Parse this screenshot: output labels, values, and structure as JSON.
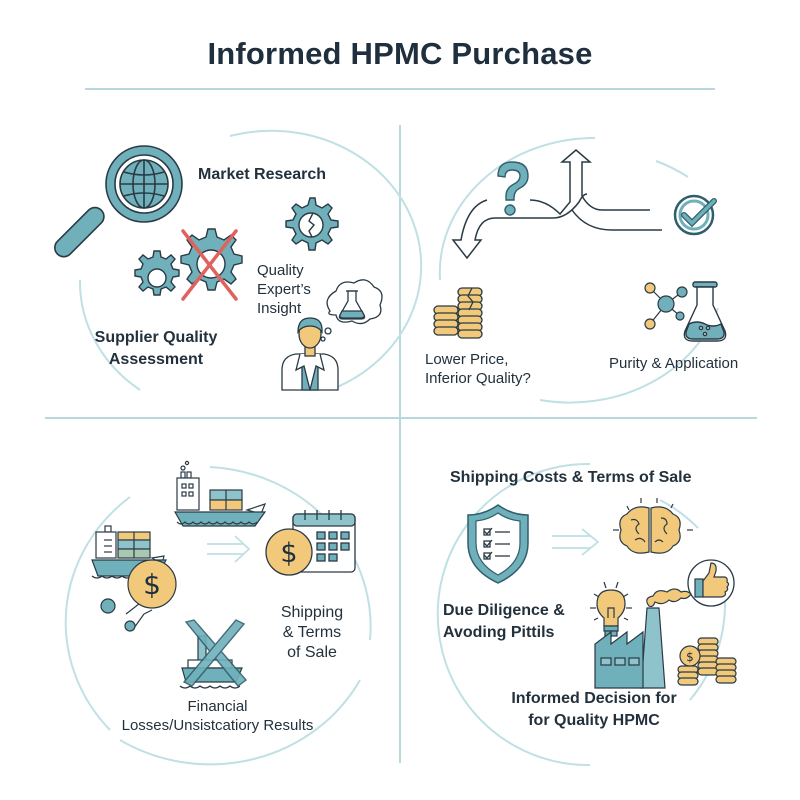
{
  "title": "Informed HPMC Purchase",
  "colors": {
    "title": "#1f2f3d",
    "divider": "#b7d9de",
    "teal": "#6fb0bb",
    "teal_dark": "#2f5f6b",
    "gold": "#f2c97a",
    "outline": "#2a3a45",
    "red_x": "#e0625e",
    "circle_ring": "#bfe0e4"
  },
  "quadrants": [
    {
      "id": "top-left",
      "labels": {
        "market_research": "Market Research",
        "quality_expert": [
          "Quality",
          "Expert’s",
          "Insight"
        ],
        "supplier_quality": [
          "Supplier Quality",
          "Assessment"
        ]
      },
      "icons": [
        "magnifier-globe-icon",
        "broken-gear-icon",
        "gears-crossed-icon",
        "scientist-icon",
        "thought-flask-icon"
      ]
    },
    {
      "id": "top-right",
      "labels": {
        "lower_price": [
          "Lower Price,",
          "Inferior Quality?"
        ],
        "purity": "Purity & Application"
      },
      "icons": [
        "question-mark-icon",
        "diverging-arrows-icon",
        "check-circle-icon",
        "coin-stacks-icon",
        "molecule-icon",
        "flask-icon"
      ]
    },
    {
      "id": "bottom-left",
      "labels": {
        "shipping_terms": [
          "Shipping",
          "& Terms",
          "of Sale"
        ],
        "financial_losses": [
          "Financial",
          "Losses/Unsistcatiory Results"
        ]
      },
      "icons": [
        "cargo-ship-icon",
        "cargo-ship-dollar-icon",
        "arrow-right-icon",
        "dollar-calendar-icon",
        "crossed-ship-icon"
      ]
    },
    {
      "id": "bottom-right",
      "labels": {
        "shipping_costs": "Shipping Costs & Terms of Sale",
        "due_diligence": [
          "Due Diligence &",
          "Avoding Pittils"
        ],
        "informed_decision": [
          "Informed Decision for",
          "for Quality HPMC"
        ]
      },
      "icons": [
        "shield-checklist-icon",
        "arrow-right-icon",
        "brain-icon",
        "lightbulb-icon",
        "factory-icon",
        "thumbs-up-icon",
        "coin-stacks-icon"
      ]
    }
  ]
}
